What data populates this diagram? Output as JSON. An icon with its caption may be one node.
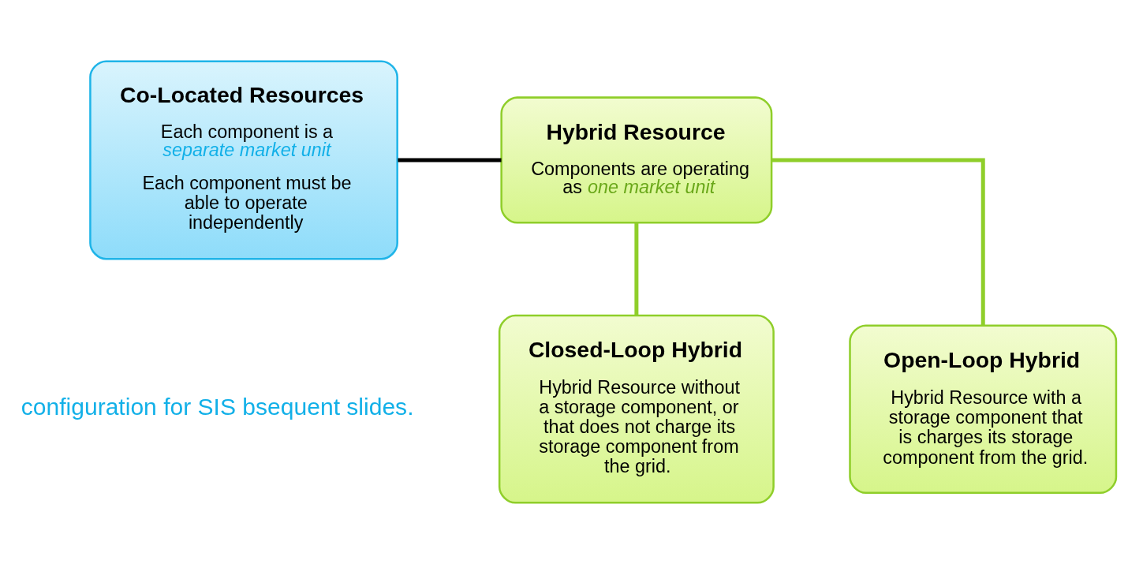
{
  "diagram": {
    "nodes": [
      {
        "text": [
          "Co-Located Resources",
          "Each component is a *separate market unit*",
          "Each component must be able to operate independently"
        ]
      },
      {
        "text": [
          "Hybrid Resource",
          "Components are operating as *one market unit*"
        ]
      },
      {
        "text": [
          "Closed-Loop Hybrid",
          "Hybrid Resource without a storage component, or that does not charge its storage component from the grid."
        ]
      },
      {
        "text": [
          "Open-Loop Hybrid",
          "Hybrid Resource with a storage component that is charges its storage component from the grid."
        ]
      }
    ],
    "edges": [
      {
        "from": 0,
        "to": 1,
        "arrow": "none",
        "color": "#000000"
      },
      {
        "from": 1,
        "to": 2,
        "arrow": "none"
      },
      {
        "from": 1,
        "to": 3,
        "arrow": "none"
      }
    ],
    "labels": [
      "configuration for SIS bsequent slides."
    ]
  }
}
